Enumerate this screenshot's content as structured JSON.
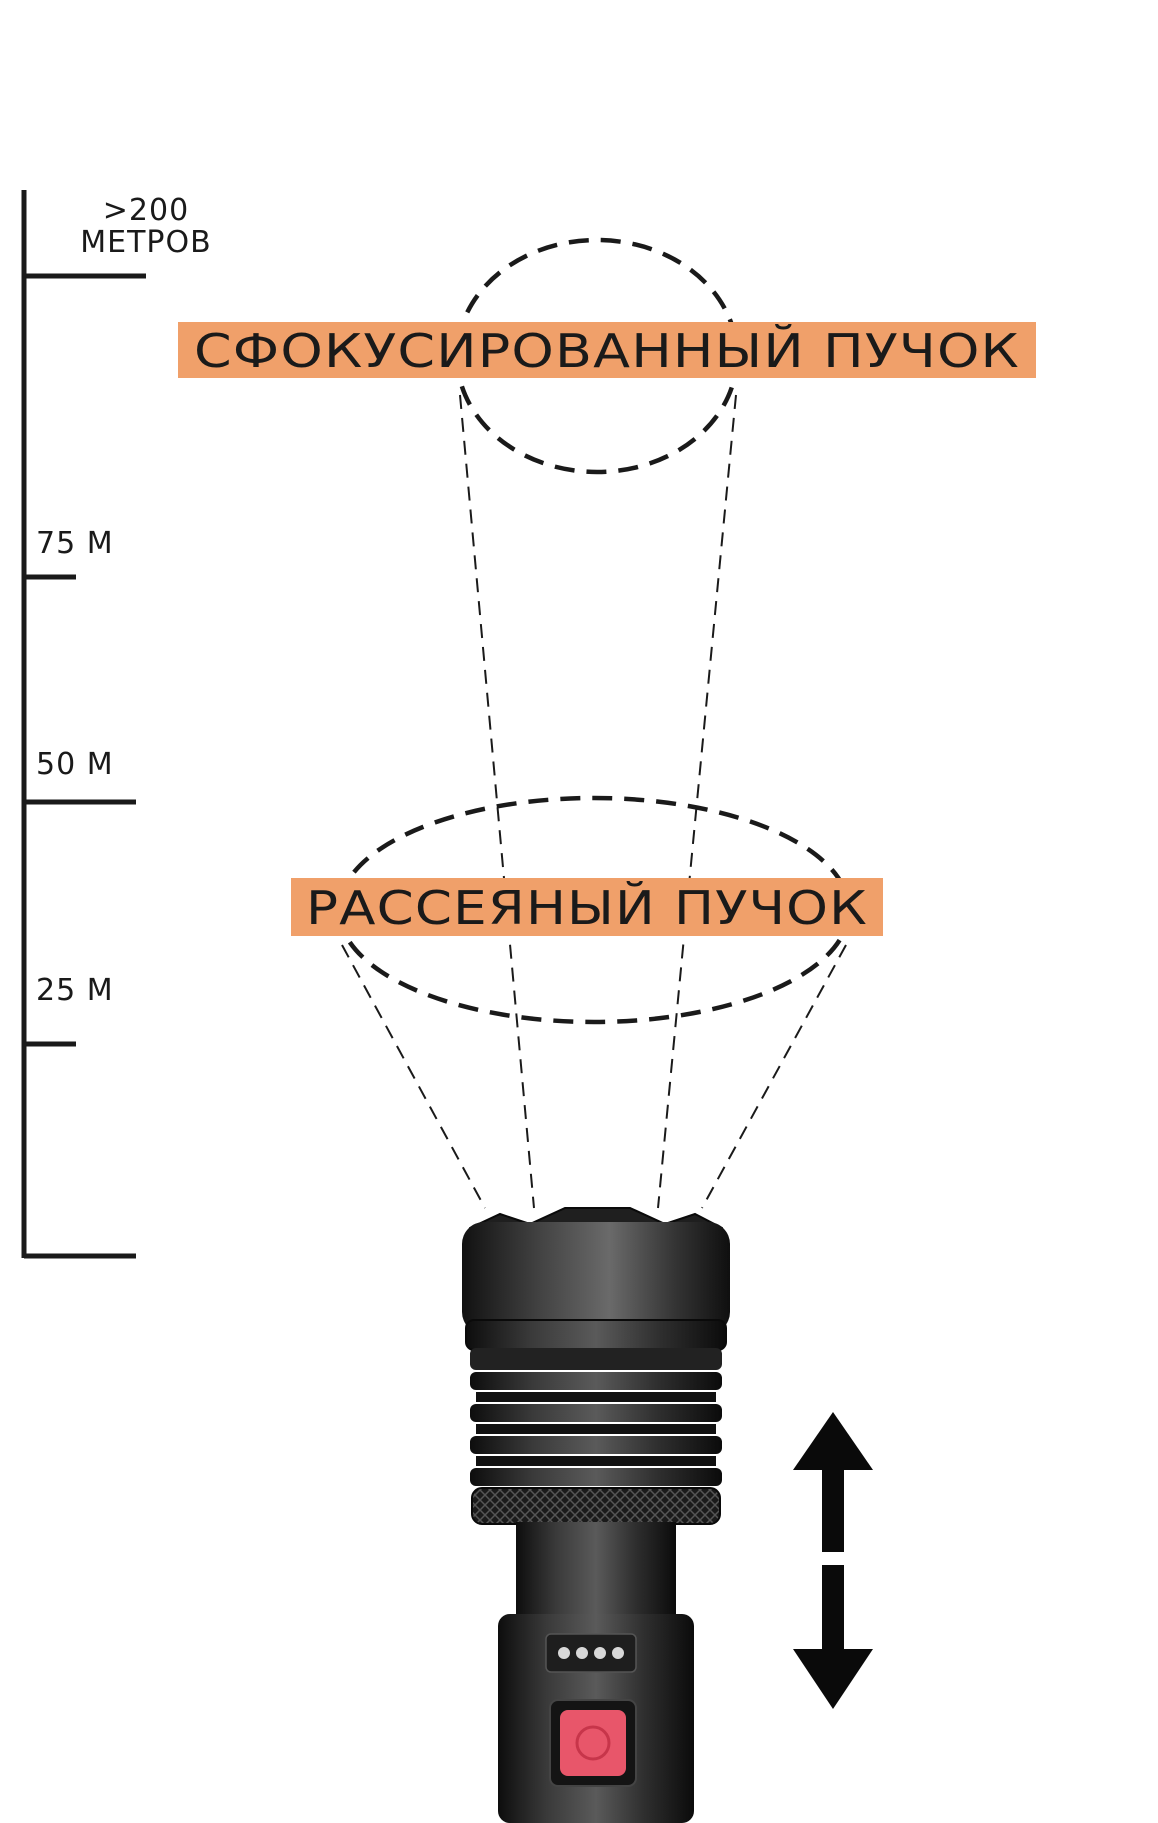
{
  "scale": {
    "top_label_line1": ">200",
    "top_label_line2": "МЕТРОВ",
    "marks": [
      "75 М",
      "50 М",
      "25 М"
    ]
  },
  "beams": {
    "focused_label": "СФОКУСИРОВАННЫЙ ПУЧОК",
    "diffused_label": "РАССЕЯНЫЙ ПУЧОК"
  },
  "colors": {
    "banner": "#f0a06a",
    "ink": "#1a1a1a",
    "button": "#e8566a"
  },
  "icons": {
    "zoom_arrow": "double-arrow-vertical-icon",
    "power_button": "power-button-icon",
    "battery_indicator": "battery-led-indicator-icon"
  }
}
